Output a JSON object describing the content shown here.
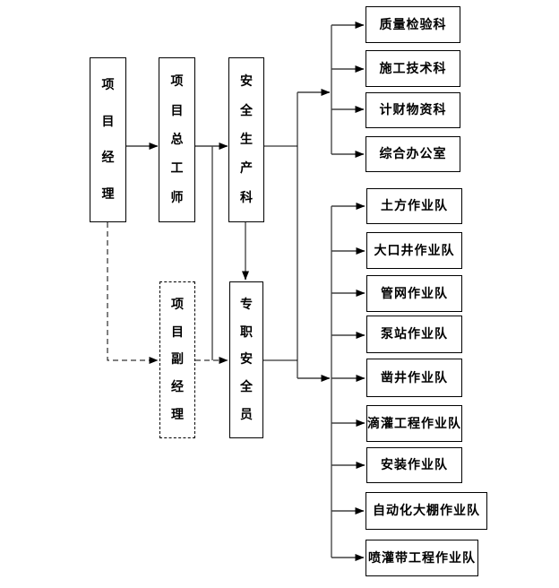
{
  "nodes": {
    "project_manager": "项目经理",
    "chief_engineer": "项目总工师",
    "safety_production_dept": "安全生产科",
    "deputy_project_manager": "项目副经理",
    "full_time_safety_officer": "专职安全员"
  },
  "departments": [
    "质量检验科",
    "施工技术科",
    "计财物资科",
    "综合办公室"
  ],
  "teams": [
    "土方作业队",
    "大口井作业队",
    "管网作业队",
    "泵站作业队",
    "凿井作业队",
    "滴灌工程作业队",
    "安装作业队",
    "自动化大棚作业队",
    "喷灌带工程作业队"
  ],
  "colors": {
    "line-color": "#000000",
    "arrow-color": "#404040",
    "down-arrow-color": "#808080",
    "border-color": "#000000",
    "bg-color": "#ffffff",
    "text-color": "#000000"
  }
}
